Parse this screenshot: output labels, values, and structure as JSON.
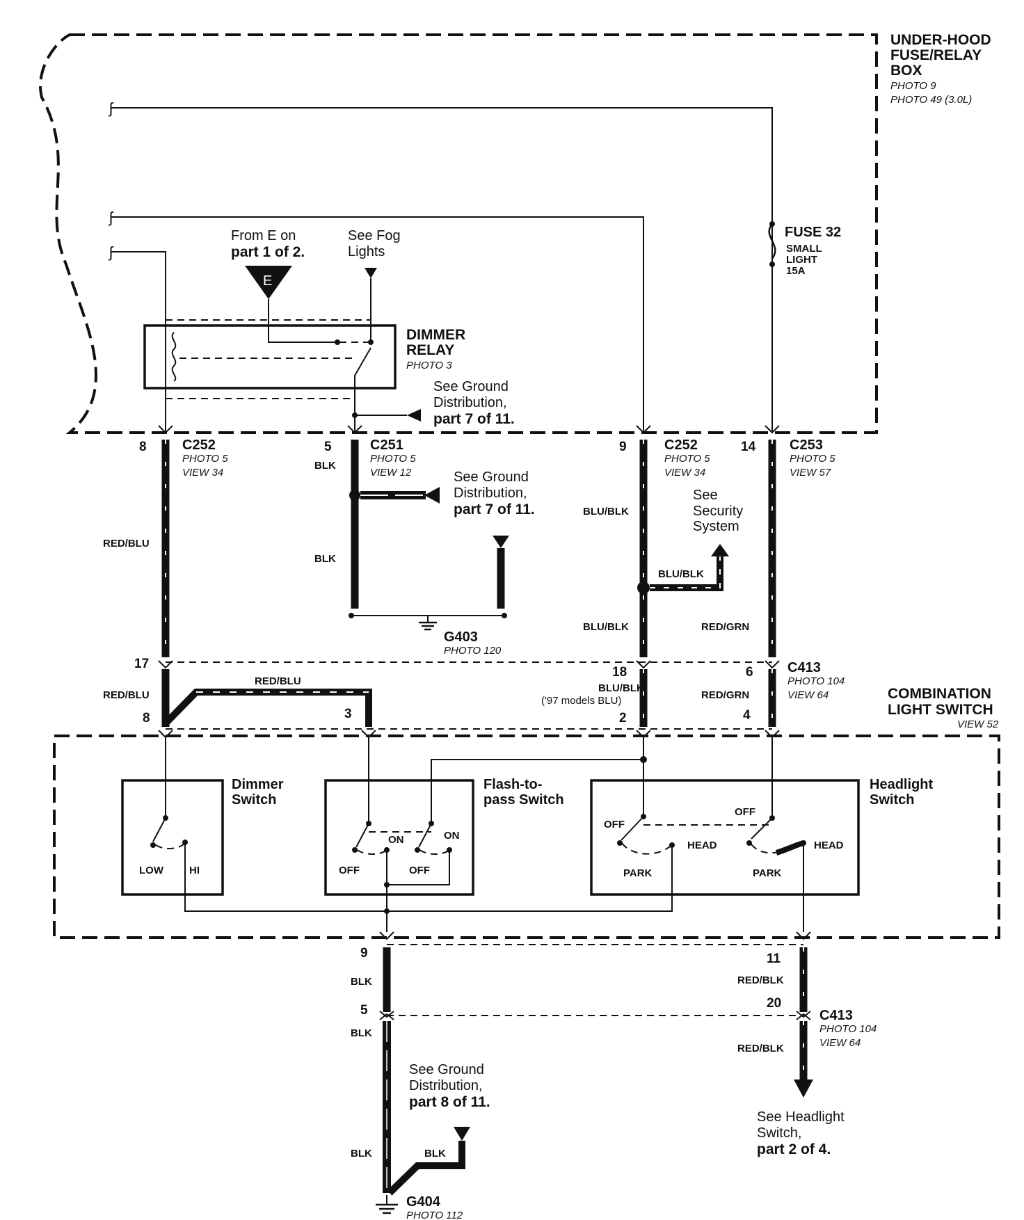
{
  "fuse_box": {
    "title_lines": [
      "UNDER-HOOD",
      "FUSE/RELAY",
      "BOX"
    ],
    "photo_lines": [
      "PHOTO 9",
      "PHOTO 49 (3.0L)"
    ]
  },
  "fuse": {
    "name": "FUSE 32",
    "desc_lines": [
      "SMALL",
      "LIGHT",
      "15A"
    ]
  },
  "from_e": {
    "line1": "From E on",
    "line2": "part 1 of 2.",
    "marker": "E"
  },
  "fog": {
    "line1": "See Fog",
    "line2": "Lights"
  },
  "dimmer_relay": {
    "line1": "DIMMER",
    "line2": "RELAY",
    "photo": "PHOTO 3"
  },
  "ground_ref_1": {
    "line1": "See Ground",
    "line2": "Distribution,",
    "line3": "part 7 of 11."
  },
  "ground_ref_2": {
    "line1": "See Ground",
    "line2": "Distribution,",
    "line3": "part 7 of 11."
  },
  "ground_ref_3": {
    "line1": "See Ground",
    "line2": "Distribution,",
    "line3": "part 8 of 11."
  },
  "security": {
    "line1": "See",
    "line2": "Security",
    "line3": "System",
    "wire": "BLU/BLK"
  },
  "headlight_ref": {
    "line1": "See Headlight",
    "line2": "Switch,",
    "line3": "part 2 of 4."
  },
  "connectors": {
    "c252_a": {
      "name": "C252",
      "photo": "PHOTO 5",
      "view": "VIEW 34",
      "pin": "8"
    },
    "c251": {
      "name": "C251",
      "photo": "PHOTO 5",
      "view": "VIEW 12",
      "pin": "5"
    },
    "c252_b": {
      "name": "C252",
      "photo": "PHOTO 5",
      "view": "VIEW 34",
      "pin": "9"
    },
    "c253": {
      "name": "C253",
      "photo": "PHOTO 5",
      "view": "VIEW 57",
      "pin": "14"
    },
    "c413_a": {
      "name": "C413",
      "photo": "PHOTO 104",
      "view": "VIEW 64"
    },
    "c413_b": {
      "name": "C413",
      "photo": "PHOTO 104",
      "view": "VIEW 64"
    }
  },
  "pins": {
    "p17": "17",
    "p18": "18",
    "p6": "6",
    "p8b": "8",
    "p3": "3",
    "p2": "2",
    "p4": "4",
    "p9": "9",
    "p11": "11",
    "p5": "5",
    "p20": "20"
  },
  "wires": {
    "red_blu_1": "RED/BLU",
    "blk_1": "BLK",
    "blk_2": "BLK",
    "blu_blk_1": "BLU/BLK",
    "blu_blk_2": "BLU/BLK",
    "red_grn_1": "RED/GRN",
    "red_blu_2": "RED/BLU",
    "red_blu_3": "RED/BLU",
    "blu_blk_3": "BLU/BLK",
    "blu_note": "('97 models BLU)",
    "red_grn_2": "RED/GRN",
    "blk_3": "BLK",
    "blk_4": "BLK",
    "blk_5": "BLK",
    "blk_6": "BLK",
    "red_blk_1": "RED/BLK",
    "red_blk_2": "RED/BLK"
  },
  "grounds": {
    "g403": {
      "name": "G403",
      "photo": "PHOTO 120"
    },
    "g404": {
      "name": "G404",
      "photo": "PHOTO 112"
    }
  },
  "combo_switch": {
    "line1": "COMBINATION",
    "line2": "LIGHT SWITCH",
    "view": "VIEW 52"
  },
  "dimmer_switch": {
    "line1": "Dimmer",
    "line2": "Switch",
    "low": "LOW",
    "hi": "HI"
  },
  "flash_switch": {
    "line1": "Flash-to-",
    "line2": "pass Switch",
    "on1": "ON",
    "on2": "ON",
    "off1": "OFF",
    "off2": "OFF"
  },
  "headlight_switch": {
    "line1": "Headlight",
    "line2": "Switch",
    "off1": "OFF",
    "off2": "OFF",
    "head1": "HEAD",
    "head2": "HEAD",
    "park1": "PARK",
    "park2": "PARK"
  }
}
